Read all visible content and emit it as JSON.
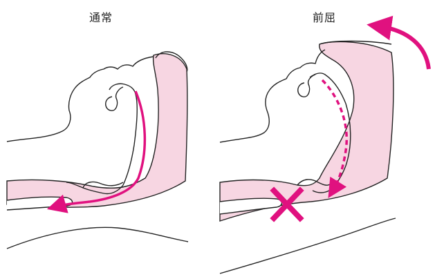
{
  "panels": {
    "left": {
      "label": "通常"
    },
    "right": {
      "label": "前屈"
    }
  },
  "colors": {
    "tissue": "#f7d6e2",
    "outline": "#222222",
    "accent": "#e0117f"
  },
  "icons": {
    "airflow_arrow": "solid-curved-arrow",
    "blocked_airflow_arrow": "dashed-curved-arrow",
    "obstruction_mark": "x-mark",
    "flexion_arrow": "curved-rotation-arrow"
  }
}
